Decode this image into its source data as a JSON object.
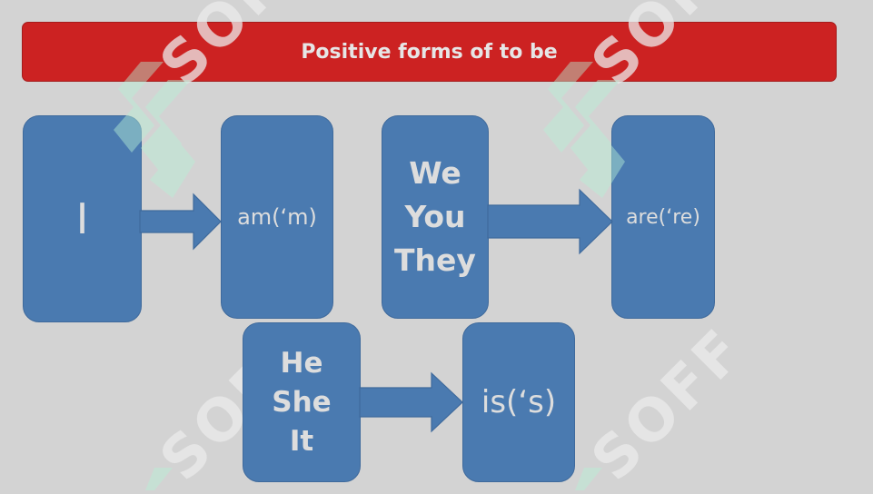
{
  "title": "Positive forms of to be",
  "watermark": "SOFF",
  "boxes": {
    "i": "I",
    "am": "am(‘m)",
    "we_you_they": "We\nYou\nThey",
    "are": "are(‘re)",
    "he_she_it": "He\nShe\nIt",
    "is": "is(‘s)"
  },
  "colors": {
    "title_bar": "#cc2222",
    "box_fill": "#4a7ab0",
    "background": "#d3d3d3",
    "watermark_green": "#b8f0d6"
  }
}
